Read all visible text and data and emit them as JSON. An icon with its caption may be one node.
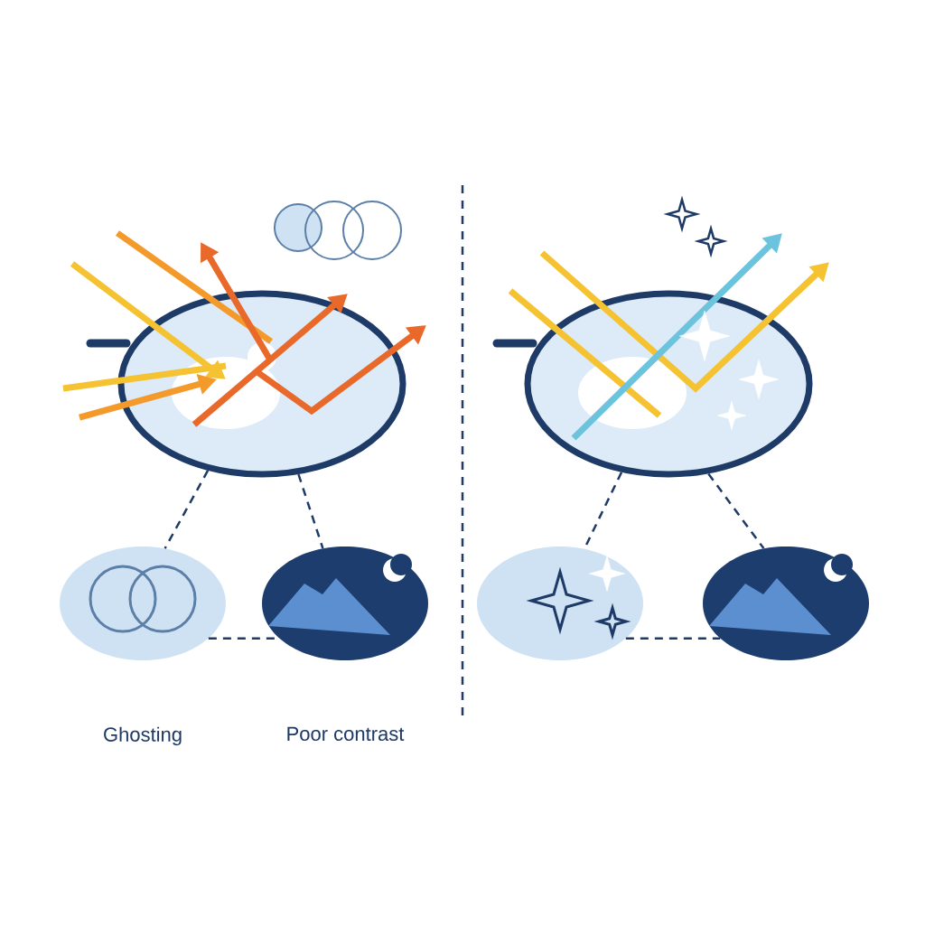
{
  "diagram": {
    "nodes": [
      {
        "text": [],
        "shape": "picture"
      },
      {
        "text": [],
        "shape": "circle",
        "beside": [
          "Ghosting"
        ]
      },
      {
        "text": [],
        "shape": "circle",
        "beside": [
          "Poor contrast"
        ]
      },
      {
        "text": [],
        "shape": "picture"
      },
      {
        "text": [],
        "shape": "circle"
      },
      {
        "text": [],
        "shape": "circle"
      }
    ],
    "edges": [
      {
        "from": 0,
        "to": 1,
        "arrow": "none",
        "style": "dashed"
      },
      {
        "from": 0,
        "to": 2,
        "arrow": "none",
        "style": "dashed"
      },
      {
        "from": 1,
        "to": 2,
        "arrow": "none",
        "style": "dashed"
      },
      {
        "from": 3,
        "to": 4,
        "arrow": "none",
        "style": "dashed"
      },
      {
        "from": 3,
        "to": 5,
        "arrow": "none",
        "style": "dashed"
      },
      {
        "from": 4,
        "to": 5,
        "arrow": "none",
        "style": "dashed"
      }
    ]
  }
}
